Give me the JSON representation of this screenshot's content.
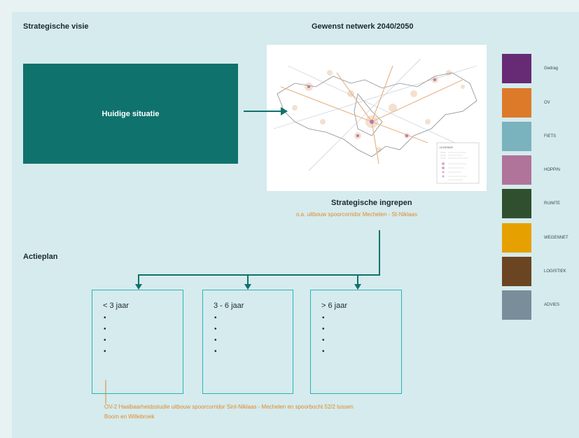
{
  "headers": {
    "strategische_visie": "Strategische visie",
    "gewenst_netwerk": "Gewenst netwerk 2040/2050",
    "actieplan": "Actieplan"
  },
  "huidige_situatie": "Huidige situatie",
  "strategische_ingrepen": {
    "title": "Strategische ingrepen",
    "subtitle": "o.a. uitbouw spoorcorridor Mechelen - St-Niklaas"
  },
  "map_legend": {
    "title": "LEGENDE"
  },
  "terms": [
    {
      "label": "< 3 jaar",
      "bullets": [
        "•",
        "•",
        "•",
        "•"
      ]
    },
    {
      "label": "3 - 6 jaar",
      "bullets": [
        "•",
        "•",
        "•",
        "•"
      ]
    },
    {
      "label": "> 6 jaar",
      "bullets": [
        "•",
        "•",
        "•",
        "•"
      ]
    }
  ],
  "footnote": {
    "line1": "OV-2 Haalbaarheidsstudie uitbouw spoorcorridor Sint-Niklaas - Mechelen en spoorbocht 52/2 tussen",
    "line2": "Boom en Willebroek"
  },
  "legend": [
    {
      "label": "Gedrag",
      "color": "#672a75"
    },
    {
      "label": "OV",
      "color": "#dd7a2a"
    },
    {
      "label": "FIETS",
      "color": "#7ab2bd"
    },
    {
      "label": "HOPPIN",
      "color": "#b0739a"
    },
    {
      "label": "RUIMTE",
      "color": "#2f4f2e"
    },
    {
      "label": "WEGENNET",
      "color": "#e6a100"
    },
    {
      "label": "LOGISTIEK",
      "color": "#6b4522"
    },
    {
      "label": "ADVIES",
      "color": "#7a8d9a"
    }
  ],
  "colors": {
    "teal": "#0f726c",
    "box_border": "#2bb3bb",
    "accent_orange": "#e08a2c"
  }
}
